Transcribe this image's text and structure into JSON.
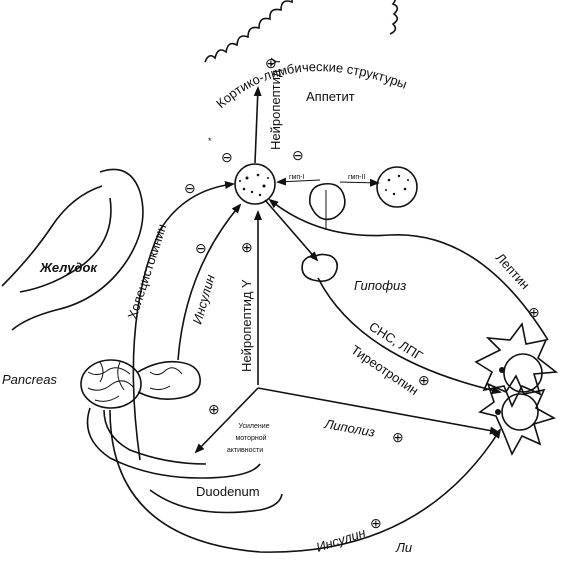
{
  "labels": {
    "cortex": "Кортико-лимбические структуры",
    "appetite": "Аппетит",
    "npy_top": "Нейропептид Y",
    "cholecystokinin": "Холецистокинин",
    "stomach": "Желудок",
    "insulin_left": "Инсулин",
    "npy_vertical": "Нейропептид Y",
    "pancreas": "Pancreas",
    "duodenum": "Duodenum",
    "motility": [
      "Усиление",
      "моторной",
      "активности"
    ],
    "hypophysis": "Гипофиз",
    "leptin": "Лептин",
    "sns_lpg": "СНС, ЛПГ",
    "thyrotropin": "Тиреотропин",
    "lipolysis": "Липолиз",
    "insulin_bottom": "Инсулин",
    "li": "Ли",
    "gmp1": "гмп-I",
    "gmp2": "гмп-II"
  },
  "signs": {
    "plus": "⊕",
    "minus": "⊖",
    "dot": "•"
  }
}
